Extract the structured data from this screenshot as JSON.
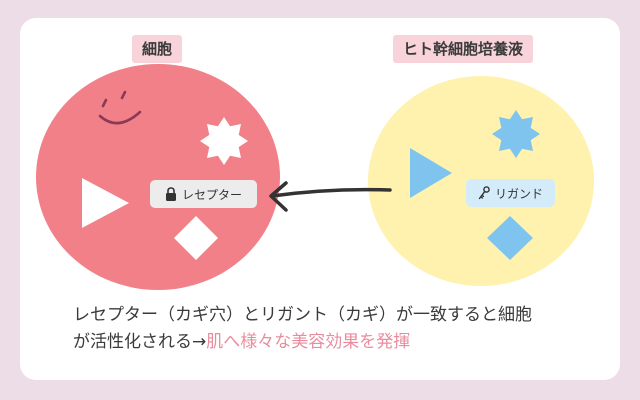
{
  "labels": {
    "cell": "細胞",
    "stem_cell_medium": "ヒト幹細胞培養液",
    "receptor": "レセプター",
    "ligand": "リガンド"
  },
  "caption": {
    "line1": "レセプター（カギ穴）とリガント（カギ）が一致すると細胞",
    "line2_prefix": "が活性化される→",
    "line2_highlight": "肌へ様々な美容効果を発揮"
  },
  "icons": {
    "receptor": "lock-icon",
    "ligand": "key-icon",
    "arrow": "arrow-left-icon",
    "face": "smiley-face-icon"
  },
  "colors": {
    "background": "#eddde6",
    "cell_fill": "#f28088",
    "medium_fill": "#fff1ae",
    "ligand_shapes": "#7fc4ef",
    "tag_fill": "#f8d3da",
    "highlight_text": "#e98d9e"
  }
}
